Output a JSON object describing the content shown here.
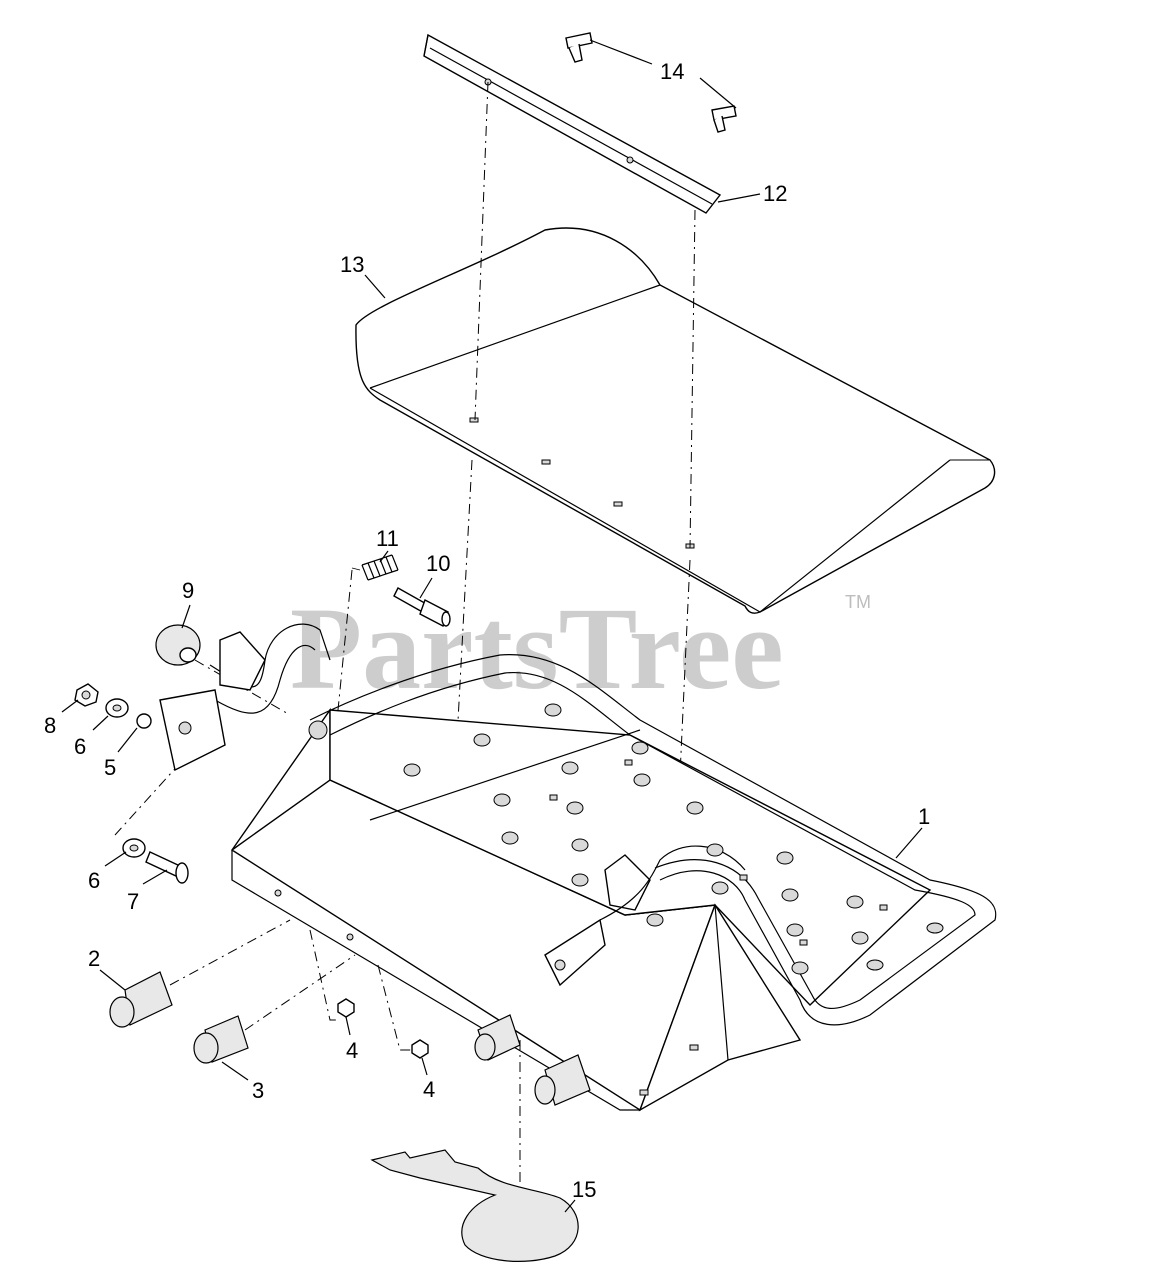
{
  "watermark": {
    "text": "PartsTree",
    "trademark": "TM"
  },
  "callouts": {
    "c1": "1",
    "c2": "2",
    "c3": "3",
    "c4a": "4",
    "c4b": "4",
    "c5": "5",
    "c6a": "6",
    "c6b": "6",
    "c7": "7",
    "c8": "8",
    "c9": "9",
    "c10": "10",
    "c11": "11",
    "c12": "12",
    "c13": "13",
    "c14": "14",
    "c15": "15"
  }
}
